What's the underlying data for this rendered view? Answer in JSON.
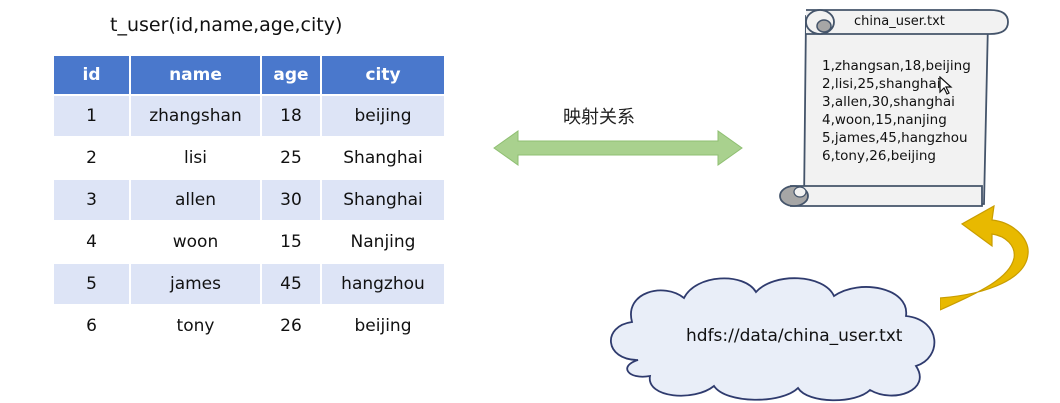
{
  "table": {
    "title": "t_user(id,name,age,city)",
    "headers": [
      "id",
      "name",
      "age",
      "city"
    ],
    "rows": [
      [
        "1",
        "zhangshan",
        "18",
        "beijing"
      ],
      [
        "2",
        "lisi",
        "25",
        "Shanghai"
      ],
      [
        "3",
        "allen",
        "30",
        "Shanghai"
      ],
      [
        "4",
        "woon",
        "15",
        "Nanjing"
      ],
      [
        "5",
        "james",
        "45",
        "hangzhou"
      ],
      [
        "6",
        "tony",
        "26",
        "beijing"
      ]
    ],
    "header_color": "#4a78cc",
    "stripe_color": "#dde4f6"
  },
  "relation": {
    "label": "映射关系",
    "arrow_color": "#a9d18e"
  },
  "file": {
    "name": "china_user.txt",
    "lines": [
      "1,zhangsan,18,beijing",
      "2,lisi,25,shanghai",
      "3,allen,30,shanghai",
      "4,woon,15,nanjing",
      "5,james,45,hangzhou",
      "6,tony,26,beijing"
    ]
  },
  "storage": {
    "path": "hdfs://data/china_user.txt",
    "arrow_color": "#e8b900"
  }
}
